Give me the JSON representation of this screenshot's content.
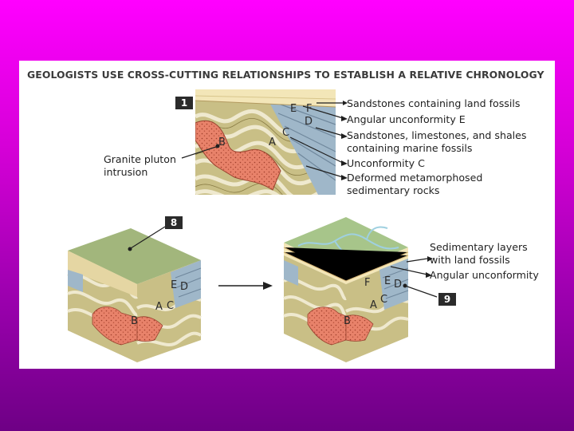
{
  "title": "GEOLOGISTS USE CROSS-CUTTING RELATIONSHIPS TO ESTABLISH A RELATIVE CHRONOLOGY",
  "steps": {
    "step1": "1",
    "step8": "8",
    "step9": "9"
  },
  "letters": {
    "a": "A",
    "b": "B",
    "c": "C",
    "d": "D",
    "e": "E",
    "f": "F"
  },
  "callouts": {
    "sandstones_land": "Sandstones containing land fossils",
    "angular_e": "Angular unconformity E",
    "marine_1": "Sandstones, limestones, and shales",
    "marine_2": "containing marine fossils",
    "unconformity_c": "Unconformity C",
    "deformed_1": "Deformed metamorphosed",
    "deformed_2": "sedimentary rocks",
    "granite_1": "Granite pluton",
    "granite_2": "intrusion",
    "sed_layers_1": "Sedimentary layers",
    "sed_layers_2": "with land fossils",
    "angular_unconformity": "Angular unconformity"
  },
  "colors": {
    "sandstone": "#f3e6b8",
    "marine_blue": "#9fb7c9",
    "deformed_tan": "#c9bf86",
    "deformed_light": "#efe9cf",
    "granite": "#e8826a",
    "grass": "#9cbd7d",
    "river": "#9fd0e0"
  }
}
